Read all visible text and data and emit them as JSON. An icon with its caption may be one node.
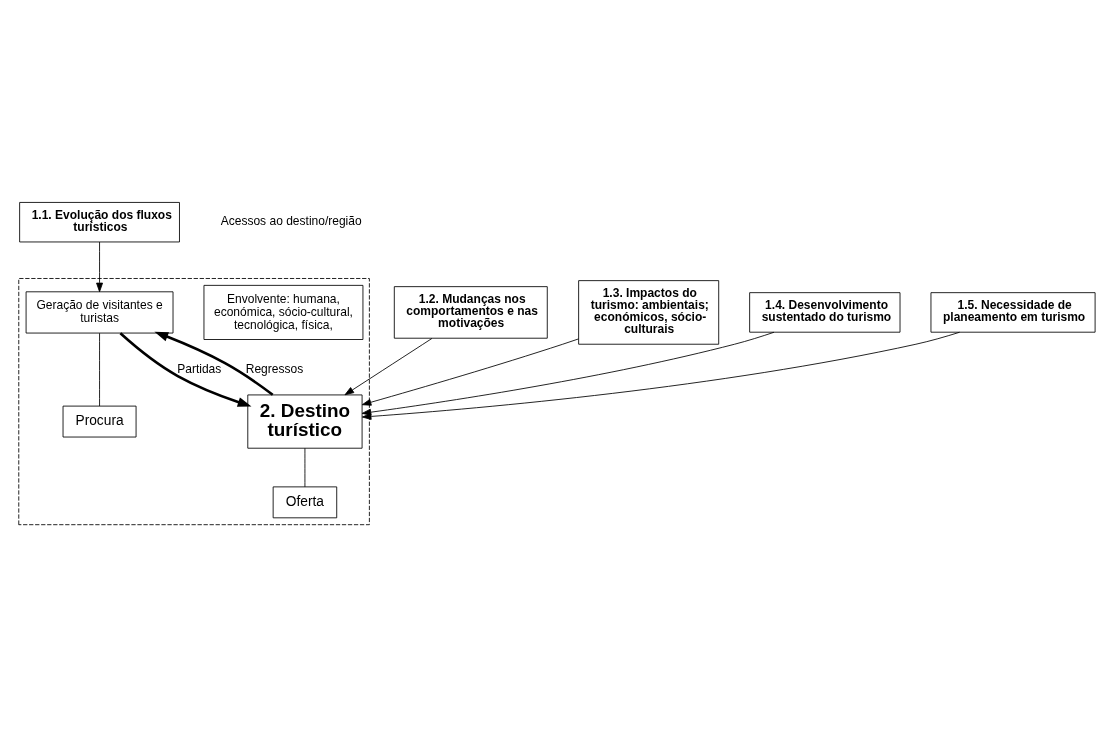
{
  "diagram": {
    "nodes": [
      {
        "text": [
          "1.1. Evolução dos fluxos turísticos"
        ]
      },
      {
        "text": [
          "1.2. Mudanças nos comportamentos e nas motivações"
        ]
      },
      {
        "text": [
          "1.3. Impactos do turismo: ambientais; económicos, sócio-culturais"
        ]
      },
      {
        "text": [],
        "shape": "box"
      },
      {
        "text": [
          "Envolvente: humana, económica, sócio-cultural, tecnológica, física,"
        ],
        "in": 3
      },
      {
        "text": [
          "Geração de visitantes e turistas"
        ],
        "in": 3
      },
      {
        "text": [
          "2. Destino turístico"
        ],
        "in": 3
      },
      {
        "text": [
          "Procura"
        ],
        "in": 3
      },
      {
        "text": [
          "Oferta"
        ],
        "in": 3
      },
      {
        "text": [
          "1.4. Desenvolvimento sustentado do turismo"
        ]
      },
      {
        "text": [
          "1.5. Necessidade de planeamento em turismo"
        ]
      }
    ],
    "edges": [
      {
        "from": 0,
        "to": 5,
        "arrow": "to"
      },
      {
        "from": 1,
        "to": 6,
        "arrow": "to"
      },
      {
        "from": 2,
        "to": 6,
        "arrow": "to"
      },
      {
        "from": 9,
        "to": 6,
        "arrow": "to"
      },
      {
        "from": 10,
        "to": 6,
        "arrow": "to"
      },
      {
        "from": 5,
        "to": 6,
        "arrow": "to",
        "label": "Partidas",
        "style": "thick"
      },
      {
        "from": 6,
        "to": 5,
        "arrow": "to",
        "label": "Regressos",
        "style": "thick"
      },
      {
        "from": 5,
        "to": 7,
        "arrow": "none"
      },
      {
        "from": 6,
        "to": 8,
        "arrow": "none"
      }
    ],
    "labels": [
      "Acessos ao destino/região"
    ]
  }
}
